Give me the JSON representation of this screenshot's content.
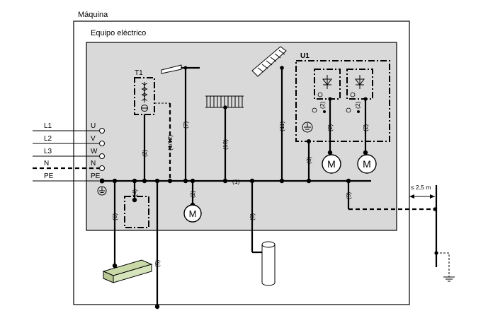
{
  "header": {
    "machine_label": "Máquina",
    "equipment_label": "Equipo eléctrico"
  },
  "terminals": [
    {
      "line": "L1",
      "terminal": "U"
    },
    {
      "line": "L2",
      "terminal": "V"
    },
    {
      "line": "L3",
      "terminal": "W"
    },
    {
      "line": "N",
      "terminal": "N"
    },
    {
      "line": "PE",
      "terminal": "PE"
    }
  ],
  "components": {
    "transformer_label": "T1",
    "drive_label": "U1",
    "motor_label": "M"
  },
  "conductors": {
    "c1": "(1)",
    "c2": "(2)",
    "c3": "(3)",
    "c4": "(4)",
    "c5": "(5)",
    "c6": "(6)",
    "c7": "(7)",
    "c8": "(8)",
    "c9": "(9)",
    "c10": "(10)",
    "c11": "(11)",
    "c1_12": "(1/12)"
  },
  "distance_label": "≤ 2,5 m"
}
